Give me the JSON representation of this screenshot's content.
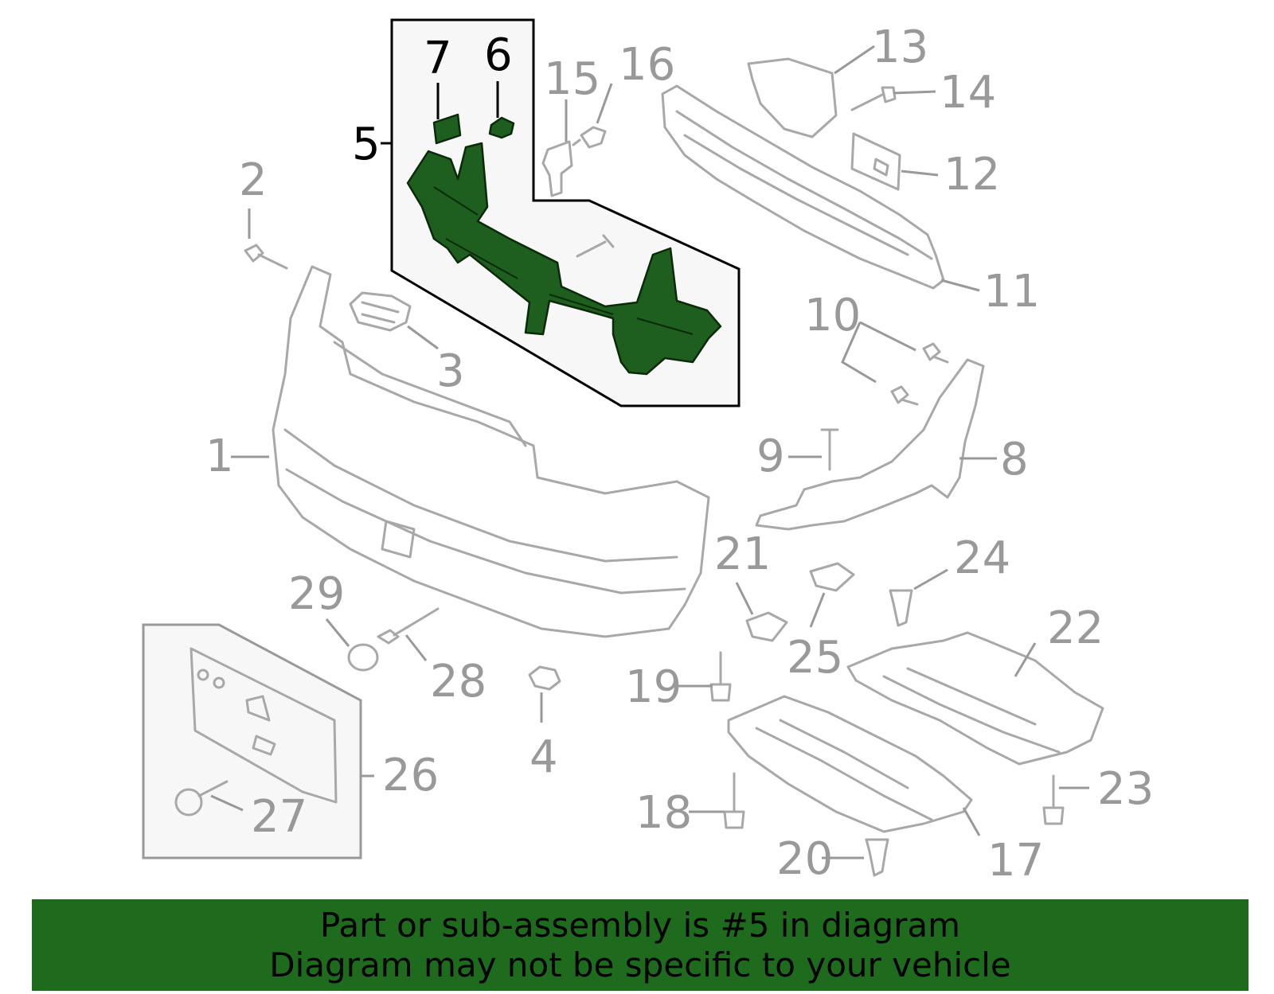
{
  "callouts": {
    "c1": "1",
    "c2": "2",
    "c3": "3",
    "c4": "4",
    "c5": "5",
    "c6": "6",
    "c7": "7",
    "c8": "8",
    "c9": "9",
    "c10": "10",
    "c11": "11",
    "c12": "12",
    "c13": "13",
    "c14": "14",
    "c15": "15",
    "c16": "16",
    "c17": "17",
    "c18": "18",
    "c19": "19",
    "c20": "20",
    "c21": "21",
    "c22": "22",
    "c23": "23",
    "c24": "24",
    "c25": "25",
    "c26": "26",
    "c27": "27",
    "c28": "28",
    "c29": "29"
  },
  "banner": {
    "line1": "Part or sub-assembly is #5 in diagram",
    "line2": "Diagram may not be specific to your vehicle"
  },
  "colors": {
    "highlight_part": "#1e5e1e",
    "banner_background": "#1e6b1e",
    "callout_gray": "#999999",
    "callout_active": "#000000"
  }
}
